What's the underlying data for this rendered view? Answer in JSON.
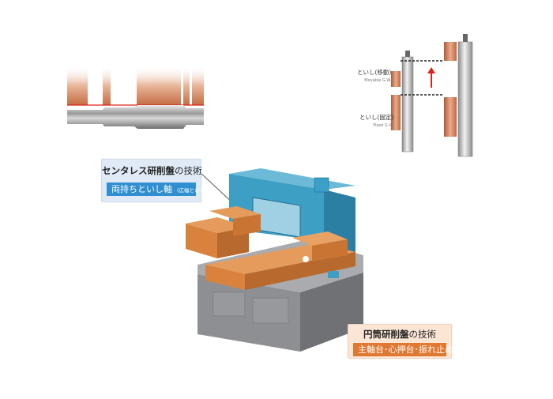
{
  "centerless_callout": {
    "title_bold": "センタレス研削盤",
    "title_rest": "の技術",
    "subtitle": "両持ちといし軸",
    "subtitle_note": "(広幅といし)"
  },
  "cylindrical_callout": {
    "title_bold": "円筒研削盤",
    "title_rest": "の技術",
    "subtitle": "主軸台･心押台･振れ止め"
  },
  "gw_diagram": {
    "movable_label_jp": "といし(移動)",
    "movable_label_en": "Movable G.W.",
    "fixed_label_jp": "といし(固定)",
    "fixed_label_en": "Fixed G.W."
  },
  "colors": {
    "wheel_copper": "#c9764e",
    "machine_blue": "#3d9fc4",
    "machine_orange": "#d9823e",
    "machine_gray": "#8d8f92",
    "accent_red": "#d9241b",
    "centerless_blue": "#2f8fd0",
    "cylindrical_orange": "#e07832"
  }
}
